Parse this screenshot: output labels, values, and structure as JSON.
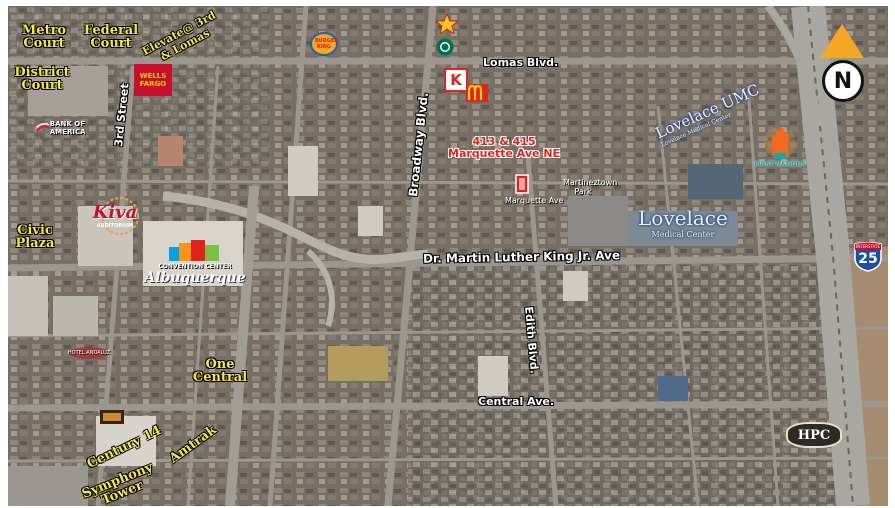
{
  "streets": {
    "lomas": "Lomas Blvd.",
    "broadway": "Broadway Blvd.",
    "mlk": "Dr. Martin Luther King Jr. Ave",
    "edith": "Edith Blvd.",
    "central": "Central Ave.",
    "third": "3rd Street",
    "marquette": "Marquette Ave"
  },
  "property": {
    "line1": "413 & 415",
    "line2": "Marquette Ave NE"
  },
  "places": {
    "metro_court": "Metro Court",
    "federal_court": "Federal Court",
    "elevate": "Elevate@ 3rd & Lomas",
    "district_court": "District Court",
    "civic_plaza": "Civic Plaza",
    "one_central": "One Central",
    "century14": "Century 14",
    "amtrak": "Amtrak",
    "symphony": "Symphony Tower",
    "martineztown_park": "Martineztown Park"
  },
  "logos": {
    "wells_fargo": "WELLS FARGO",
    "bank_of_america": "BANK OF AMERICA",
    "kiva": "Kiva",
    "kiva_sub": "AUDITORIUM",
    "convention": "CONVENTION CENTER",
    "albuquerque": "Albuquerque",
    "lovelace_umc_1": "Lovelace UMC",
    "lovelace_umc_2": "Lovelace Medical Center",
    "lovelace_main": "Lovelace",
    "lovelace_main_sub": "Medical Center",
    "first_nations": "FIRST NATIONS",
    "burger_king": "BURGER KING",
    "circle_k": "K",
    "hpc": "HPC",
    "interstate_top": "INTERSTATE",
    "interstate_num": "25",
    "north": "N",
    "carls_jr": "Carl's Jr",
    "hotel_andaluz": "HOTEL ANDALUZ"
  },
  "colors": {
    "label_yellow": "#f4ea3a",
    "property_red": "#e2231a",
    "road_gray": "#9b968e",
    "highway": "#a9a7a2",
    "interstate_blue": "#1c4fa3",
    "north_arrow": "#f5a623"
  }
}
